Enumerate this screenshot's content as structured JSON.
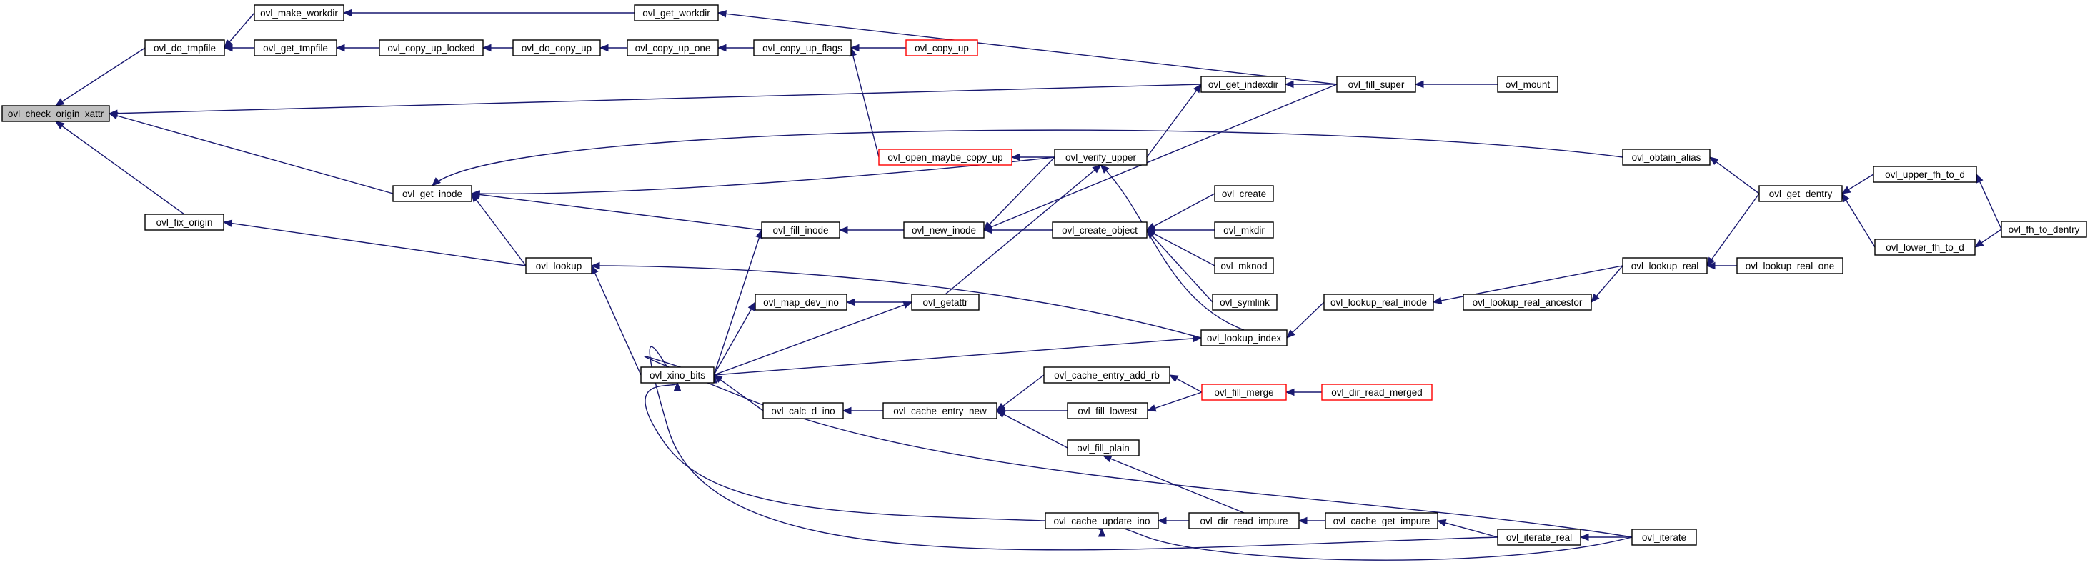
{
  "colors": {
    "edge": "#191970",
    "node_border": "#000000",
    "node_border_truncated": "#ff0000",
    "root_fill": "#bfbfbf",
    "node_fill": "#ffffff"
  },
  "nodes": [
    {
      "id": "ovl_check_origin_xattr",
      "label": "ovl_check_origin_xattr",
      "root": true
    },
    {
      "id": "ovl_do_tmpfile",
      "label": "ovl_do_tmpfile"
    },
    {
      "id": "ovl_make_workdir",
      "label": "ovl_make_workdir"
    },
    {
      "id": "ovl_get_workdir",
      "label": "ovl_get_workdir"
    },
    {
      "id": "ovl_get_tmpfile",
      "label": "ovl_get_tmpfile"
    },
    {
      "id": "ovl_copy_up_locked",
      "label": "ovl_copy_up_locked"
    },
    {
      "id": "ovl_do_copy_up",
      "label": "ovl_do_copy_up"
    },
    {
      "id": "ovl_copy_up_one",
      "label": "ovl_copy_up_one"
    },
    {
      "id": "ovl_copy_up_flags",
      "label": "ovl_copy_up_flags"
    },
    {
      "id": "ovl_copy_up",
      "label": "ovl_copy_up",
      "truncated": true
    },
    {
      "id": "ovl_get_indexdir",
      "label": "ovl_get_indexdir"
    },
    {
      "id": "ovl_fill_super",
      "label": "ovl_fill_super"
    },
    {
      "id": "ovl_mount",
      "label": "ovl_mount"
    },
    {
      "id": "ovl_open_maybe_copy_up",
      "label": "ovl_open_maybe_copy_up",
      "truncated": true
    },
    {
      "id": "ovl_verify_upper",
      "label": "ovl_verify_upper"
    },
    {
      "id": "ovl_obtain_alias",
      "label": "ovl_obtain_alias"
    },
    {
      "id": "ovl_get_inode",
      "label": "ovl_get_inode"
    },
    {
      "id": "ovl_fix_origin",
      "label": "ovl_fix_origin"
    },
    {
      "id": "ovl_fill_inode",
      "label": "ovl_fill_inode"
    },
    {
      "id": "ovl_new_inode",
      "label": "ovl_new_inode"
    },
    {
      "id": "ovl_create_object",
      "label": "ovl_create_object"
    },
    {
      "id": "ovl_create",
      "label": "ovl_create"
    },
    {
      "id": "ovl_mkdir",
      "label": "ovl_mkdir"
    },
    {
      "id": "ovl_mknod",
      "label": "ovl_mknod"
    },
    {
      "id": "ovl_symlink",
      "label": "ovl_symlink"
    },
    {
      "id": "ovl_lookup",
      "label": "ovl_lookup"
    },
    {
      "id": "ovl_map_dev_ino",
      "label": "ovl_map_dev_ino"
    },
    {
      "id": "ovl_getattr",
      "label": "ovl_getattr"
    },
    {
      "id": "ovl_lookup_index",
      "label": "ovl_lookup_index"
    },
    {
      "id": "ovl_lookup_real_inode",
      "label": "ovl_lookup_real_inode"
    },
    {
      "id": "ovl_lookup_real_ancestor",
      "label": "ovl_lookup_real_ancestor"
    },
    {
      "id": "ovl_lookup_real",
      "label": "ovl_lookup_real"
    },
    {
      "id": "ovl_lookup_real_one",
      "label": "ovl_lookup_real_one"
    },
    {
      "id": "ovl_get_dentry",
      "label": "ovl_get_dentry"
    },
    {
      "id": "ovl_upper_fh_to_d",
      "label": "ovl_upper_fh_to_d"
    },
    {
      "id": "ovl_lower_fh_to_d",
      "label": "ovl_lower_fh_to_d"
    },
    {
      "id": "ovl_fh_to_dentry",
      "label": "ovl_fh_to_dentry"
    },
    {
      "id": "ovl_xino_bits",
      "label": "ovl_xino_bits"
    },
    {
      "id": "ovl_calc_d_ino",
      "label": "ovl_calc_d_ino"
    },
    {
      "id": "ovl_cache_entry_new",
      "label": "ovl_cache_entry_new"
    },
    {
      "id": "ovl_cache_entry_add_rb",
      "label": "ovl_cache_entry_add_rb"
    },
    {
      "id": "ovl_fill_merge",
      "label": "ovl_fill_merge",
      "truncated": true
    },
    {
      "id": "ovl_dir_read_merged",
      "label": "ovl_dir_read_merged",
      "truncated": true
    },
    {
      "id": "ovl_fill_lowest",
      "label": "ovl_fill_lowest"
    },
    {
      "id": "ovl_fill_plain",
      "label": "ovl_fill_plain"
    },
    {
      "id": "ovl_cache_update_ino",
      "label": "ovl_cache_update_ino"
    },
    {
      "id": "ovl_dir_read_impure",
      "label": "ovl_dir_read_impure"
    },
    {
      "id": "ovl_cache_get_impure",
      "label": "ovl_cache_get_impure"
    },
    {
      "id": "ovl_iterate_real",
      "label": "ovl_iterate_real"
    },
    {
      "id": "ovl_iterate",
      "label": "ovl_iterate"
    }
  ],
  "edges": [
    {
      "caller": "ovl_do_tmpfile",
      "callee": "ovl_check_origin_xattr"
    },
    {
      "caller": "ovl_get_indexdir",
      "callee": "ovl_check_origin_xattr"
    },
    {
      "caller": "ovl_get_inode",
      "callee": "ovl_check_origin_xattr"
    },
    {
      "caller": "ovl_fix_origin",
      "callee": "ovl_check_origin_xattr"
    },
    {
      "caller": "ovl_make_workdir",
      "callee": "ovl_do_tmpfile"
    },
    {
      "caller": "ovl_get_tmpfile",
      "callee": "ovl_do_tmpfile"
    },
    {
      "caller": "ovl_get_workdir",
      "callee": "ovl_make_workdir"
    },
    {
      "caller": "ovl_fill_super",
      "callee": "ovl_get_workdir"
    },
    {
      "caller": "ovl_copy_up_locked",
      "callee": "ovl_get_tmpfile"
    },
    {
      "caller": "ovl_do_copy_up",
      "callee": "ovl_copy_up_locked"
    },
    {
      "caller": "ovl_copy_up_one",
      "callee": "ovl_do_copy_up"
    },
    {
      "caller": "ovl_copy_up_flags",
      "callee": "ovl_copy_up_one"
    },
    {
      "caller": "ovl_copy_up",
      "callee": "ovl_copy_up_flags"
    },
    {
      "caller": "ovl_open_maybe_copy_up",
      "callee": "ovl_copy_up_flags"
    },
    {
      "caller": "ovl_fill_super",
      "callee": "ovl_get_indexdir"
    },
    {
      "caller": "ovl_verify_upper",
      "callee": "ovl_get_indexdir"
    },
    {
      "caller": "ovl_mount",
      "callee": "ovl_fill_super"
    },
    {
      "caller": "ovl_verify_upper",
      "callee": "ovl_open_maybe_copy_up"
    },
    {
      "caller": "ovl_obtain_alias",
      "callee": "ovl_get_inode"
    },
    {
      "caller": "ovl_verify_upper",
      "callee": "ovl_get_inode"
    },
    {
      "caller": "ovl_fill_inode",
      "callee": "ovl_get_inode"
    },
    {
      "caller": "ovl_lookup",
      "callee": "ovl_get_inode"
    },
    {
      "caller": "ovl_get_dentry",
      "callee": "ovl_obtain_alias"
    },
    {
      "caller": "ovl_lookup",
      "callee": "ovl_fix_origin"
    },
    {
      "caller": "ovl_new_inode",
      "callee": "ovl_fill_inode"
    },
    {
      "caller": "ovl_xino_bits",
      "callee": "ovl_fill_inode"
    },
    {
      "caller": "ovl_verify_upper",
      "callee": "ovl_new_inode"
    },
    {
      "caller": "ovl_fill_super",
      "callee": "ovl_new_inode"
    },
    {
      "caller": "ovl_create_object",
      "callee": "ovl_new_inode"
    },
    {
      "caller": "ovl_create",
      "callee": "ovl_create_object"
    },
    {
      "caller": "ovl_mkdir",
      "callee": "ovl_create_object"
    },
    {
      "caller": "ovl_mknod",
      "callee": "ovl_create_object"
    },
    {
      "caller": "ovl_symlink",
      "callee": "ovl_create_object"
    },
    {
      "caller": "ovl_lookup_index",
      "callee": "ovl_verify_upper"
    },
    {
      "caller": "ovl_getattr",
      "callee": "ovl_verify_upper"
    },
    {
      "caller": "ovl_lookup_index",
      "callee": "ovl_lookup"
    },
    {
      "caller": "ovl_xino_bits",
      "callee": "ovl_lookup"
    },
    {
      "caller": "ovl_getattr",
      "callee": "ovl_map_dev_ino"
    },
    {
      "caller": "ovl_xino_bits",
      "callee": "ovl_map_dev_ino"
    },
    {
      "caller": "ovl_xino_bits",
      "callee": "ovl_getattr"
    },
    {
      "caller": "ovl_lookup_real_inode",
      "callee": "ovl_lookup_index"
    },
    {
      "caller": "ovl_xino_bits",
      "callee": "ovl_lookup_index"
    },
    {
      "caller": "ovl_lookup_real",
      "callee": "ovl_lookup_real_inode"
    },
    {
      "caller": "ovl_lookup_real",
      "callee": "ovl_lookup_real_ancestor"
    },
    {
      "caller": "ovl_lookup_real_one",
      "callee": "ovl_lookup_real"
    },
    {
      "caller": "ovl_get_dentry",
      "callee": "ovl_lookup_real"
    },
    {
      "caller": "ovl_upper_fh_to_d",
      "callee": "ovl_get_dentry"
    },
    {
      "caller": "ovl_lower_fh_to_d",
      "callee": "ovl_get_dentry"
    },
    {
      "caller": "ovl_fh_to_dentry",
      "callee": "ovl_upper_fh_to_d"
    },
    {
      "caller": "ovl_fh_to_dentry",
      "callee": "ovl_lower_fh_to_d"
    },
    {
      "caller": "ovl_calc_d_ino",
      "callee": "ovl_xino_bits"
    },
    {
      "caller": "ovl_cache_update_ino",
      "callee": "ovl_xino_bits"
    },
    {
      "caller": "ovl_iterate_real",
      "callee": "ovl_xino_bits"
    },
    {
      "caller": "ovl_iterate",
      "callee": "ovl_xino_bits"
    },
    {
      "caller": "ovl_cache_entry_new",
      "callee": "ovl_calc_d_ino"
    },
    {
      "caller": "ovl_cache_entry_add_rb",
      "callee": "ovl_cache_entry_new"
    },
    {
      "caller": "ovl_fill_lowest",
      "callee": "ovl_cache_entry_new"
    },
    {
      "caller": "ovl_fill_plain",
      "callee": "ovl_cache_entry_new"
    },
    {
      "caller": "ovl_fill_merge",
      "callee": "ovl_cache_entry_add_rb"
    },
    {
      "caller": "ovl_fill_merge",
      "callee": "ovl_fill_lowest"
    },
    {
      "caller": "ovl_dir_read_merged",
      "callee": "ovl_fill_merge"
    },
    {
      "caller": "ovl_dir_read_impure",
      "callee": "ovl_fill_plain"
    },
    {
      "caller": "ovl_dir_read_impure",
      "callee": "ovl_cache_update_ino"
    },
    {
      "caller": "ovl_iterate",
      "callee": "ovl_cache_update_ino"
    },
    {
      "caller": "ovl_cache_get_impure",
      "callee": "ovl_dir_read_impure"
    },
    {
      "caller": "ovl_iterate_real",
      "callee": "ovl_cache_get_impure"
    },
    {
      "caller": "ovl_iterate",
      "callee": "ovl_iterate_real"
    }
  ]
}
